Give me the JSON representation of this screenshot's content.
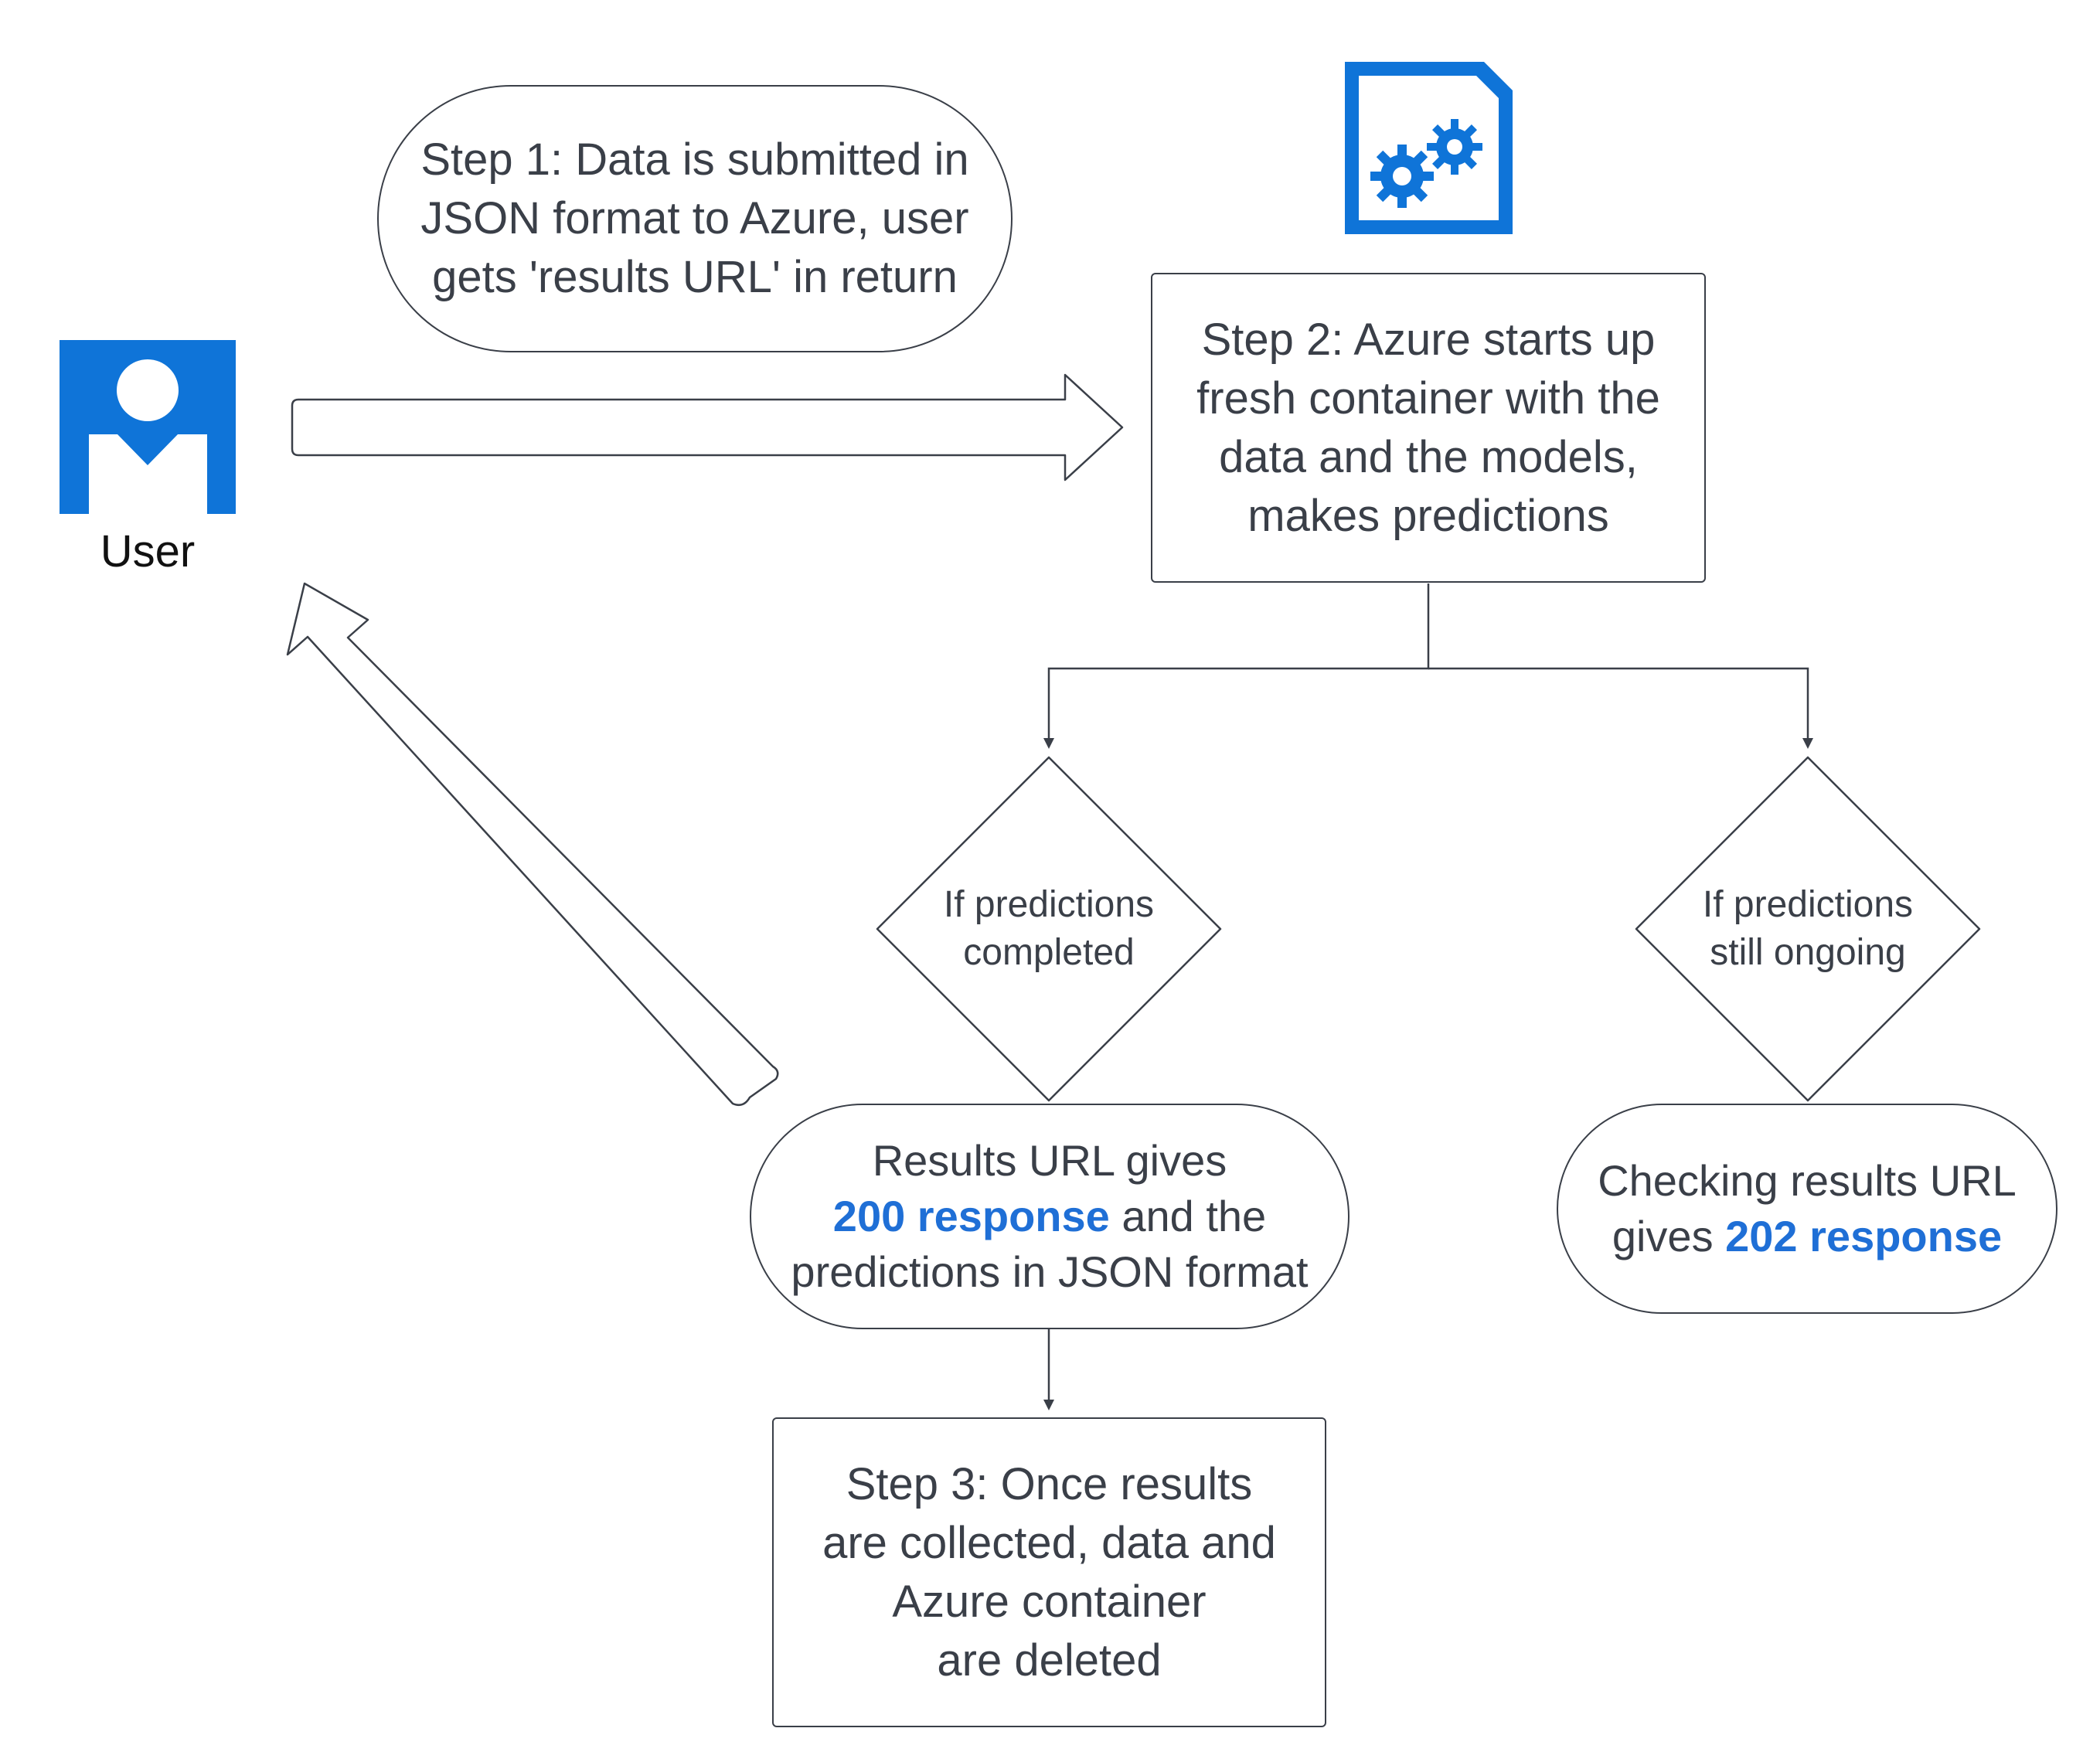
{
  "user": {
    "label": "User",
    "icon": "user-icon",
    "icon_color": "#0f74d8"
  },
  "app_icon": {
    "icon": "app-settings-icon",
    "color": "#0f74d8"
  },
  "step1": {
    "line1": "Step 1: Data is submitted in",
    "line2": "JSON format to Azure, user",
    "line3": "gets 'results URL' in return"
  },
  "step2": {
    "line1": "Step 2: Azure starts up",
    "line2": "fresh container with the",
    "line3": "data and the models,",
    "line4": "makes predictions"
  },
  "decision_completed": {
    "line1": "If predictions",
    "line2": "completed"
  },
  "decision_ongoing": {
    "line1": "If predictions",
    "line2": "still ongoing"
  },
  "result_200": {
    "line1": "Results URL gives",
    "code": "200 response",
    "line2_rest": " and the",
    "line3": "predictions in JSON format"
  },
  "result_202": {
    "line1": "Checking results URL",
    "line2_pre": "gives ",
    "code": "202 response"
  },
  "step3": {
    "line1": "Step 3: Once results",
    "line2": "are collected, data and",
    "line3": "Azure container",
    "line4": "are deleted"
  },
  "colors": {
    "line": "#3a3f48",
    "highlight": "#1f6fd6",
    "icon": "#0f74d8"
  }
}
